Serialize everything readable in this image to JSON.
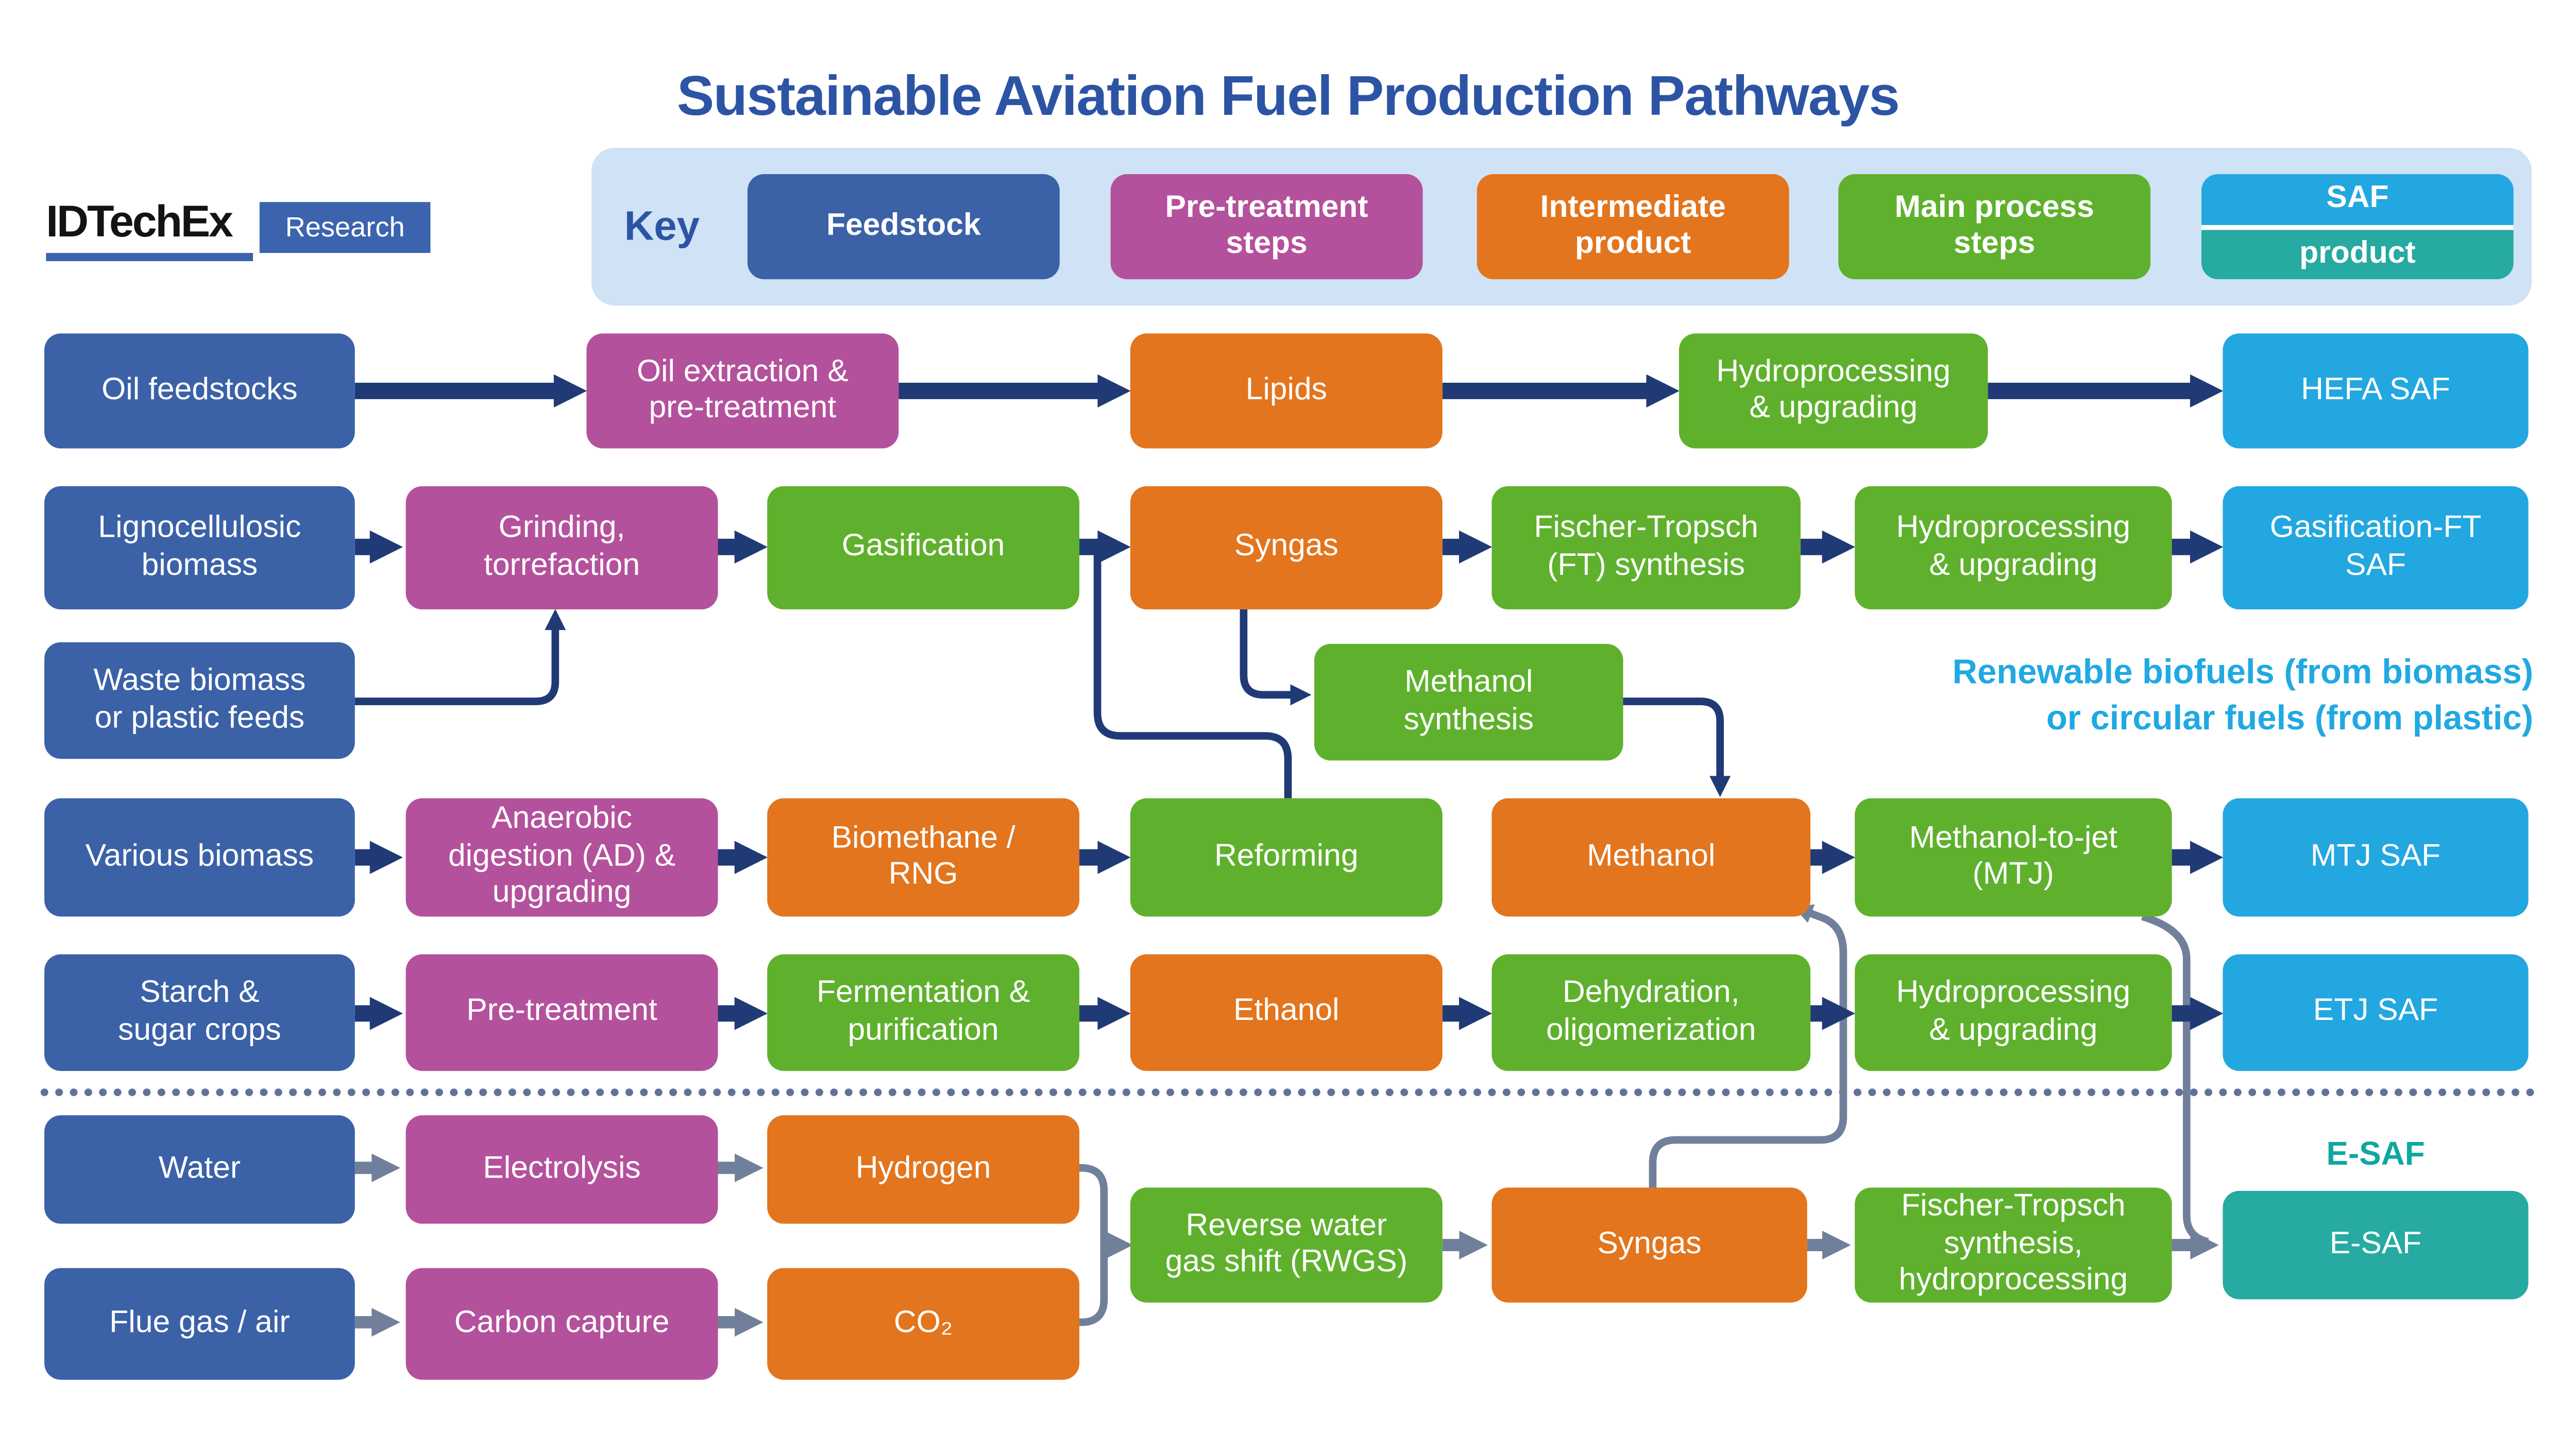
{
  "palette": {
    "blue": "#3b61a7",
    "magenta": "#b4519c",
    "orange": "#e2751d",
    "green": "#5fb12d",
    "cyan": "#22a7e0",
    "teal": "#26aaa1",
    "navy": "#203a76",
    "gray": "#71809a",
    "slate": "#62719b",
    "keybg": "#cfe2f6",
    "titleblue": "#2d54a4",
    "cyantext": "#20a9e2",
    "tealtext": "#0fa8a0",
    "logoblue": "#3c64ae"
  },
  "title": "Sustainable Aviation Fuel Production Pathways",
  "logo": {
    "name": "IDTechEx",
    "suffix": "Research"
  },
  "key": {
    "label": "Key",
    "items": [
      {
        "label": "Feedstock"
      },
      {
        "label": "Pre-treatment\nsteps"
      },
      {
        "label": "Intermediate\nproduct"
      },
      {
        "label": "Main process\nsteps"
      }
    ],
    "saf_split": {
      "top": "SAF",
      "bottom": "product"
    }
  },
  "boxes": {
    "oil_feedstocks": {
      "label": "Oil feedstocks"
    },
    "oil_extraction": {
      "label": "Oil extraction &\npre-treatment"
    },
    "lipids": {
      "label": "Lipids"
    },
    "hydro1": {
      "label": "Hydroprocessing\n& upgrading"
    },
    "hefa_saf": {
      "label": "HEFA SAF"
    },
    "ligno": {
      "label": "Lignocellulosic\nbiomass"
    },
    "grinding": {
      "label": "Grinding,\ntorrefaction"
    },
    "gasification": {
      "label": "Gasification"
    },
    "syngas_bio": {
      "label": "Syngas"
    },
    "ft_bio": {
      "label": "Fischer-Tropsch\n(FT) synthesis"
    },
    "hydro2": {
      "label": "Hydroprocessing\n& upgrading"
    },
    "gasft_saf": {
      "label": "Gasification-FT\nSAF"
    },
    "waste": {
      "label": "Waste biomass\nor plastic feeds"
    },
    "meoh_synth": {
      "label": "Methanol\nsynthesis"
    },
    "various": {
      "label": "Various biomass"
    },
    "ad": {
      "label": "Anaerobic\ndigestion (AD) &\nupgrading"
    },
    "biomethane": {
      "label": "Biomethane /\nRNG"
    },
    "reforming": {
      "label": "Reforming"
    },
    "methanol": {
      "label": "Methanol"
    },
    "mtj": {
      "label": "Methanol-to-jet\n(MTJ)"
    },
    "mtj_saf": {
      "label": "MTJ SAF"
    },
    "starch": {
      "label": "Starch &\nsugar crops"
    },
    "pretreat": {
      "label": "Pre-treatment"
    },
    "ferment": {
      "label": "Fermentation &\npurification"
    },
    "ethanol": {
      "label": "Ethanol"
    },
    "dehydration": {
      "label": "Dehydration,\noligomerization"
    },
    "hydro3": {
      "label": "Hydroprocessing\n& upgrading"
    },
    "etj_saf": {
      "label": "ETJ SAF"
    },
    "water": {
      "label": "Water"
    },
    "electrolysis": {
      "label": "Electrolysis"
    },
    "hydrogen": {
      "label": "Hydrogen"
    },
    "flue": {
      "label": "Flue gas / air"
    },
    "carbon": {
      "label": "Carbon capture"
    },
    "co2": {
      "label": "CO₂"
    },
    "rwgs": {
      "label": "Reverse water\ngas shift (RWGS)"
    },
    "syngas_e": {
      "label": "Syngas"
    },
    "ft_e": {
      "label": "Fischer-Tropsch\nsynthesis,\nhydroprocessing"
    },
    "esaf": {
      "label": "E-SAF"
    }
  },
  "annotations": {
    "renewable": "Renewable biofuels (from biomass)\nor circular fuels (from plastic)",
    "esaf_label": "E-SAF"
  }
}
